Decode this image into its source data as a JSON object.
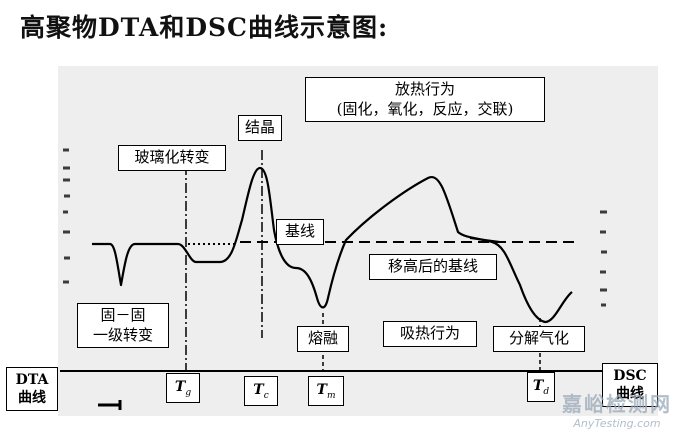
{
  "title": "高聚物DTA和DSC曲线示意图:",
  "labels": {
    "exotherm_line1": "放热行为",
    "exotherm_line2": "(固化，氧化，反应，交联)",
    "crystallization": "结晶",
    "glass_transition": "玻璃化转变",
    "baseline": "基线",
    "shifted_baseline": "移高后的基线",
    "solid_solid_line1": "固－固",
    "solid_solid_line2": "一级转变",
    "melting": "熔融",
    "endotherm": "吸热行为",
    "decomposition": "分解气化",
    "dta_line1": "DTA",
    "dta_line2": "曲线",
    "dsc_line1": "DSC",
    "dsc_line2": "曲线"
  },
  "temperatures": [
    {
      "symbol": "T",
      "subscript": "g"
    },
    {
      "symbol": "T",
      "subscript": "c"
    },
    {
      "symbol": "T",
      "subscript": "m"
    },
    {
      "symbol": "T",
      "subscript": "d"
    }
  ],
  "watermark": {
    "cn": "嘉峪检测网",
    "en": "AnyTesting.com"
  },
  "colors": {
    "line": "#000000",
    "panel": "#eeeeee",
    "watermark": "#9aa9b8"
  }
}
